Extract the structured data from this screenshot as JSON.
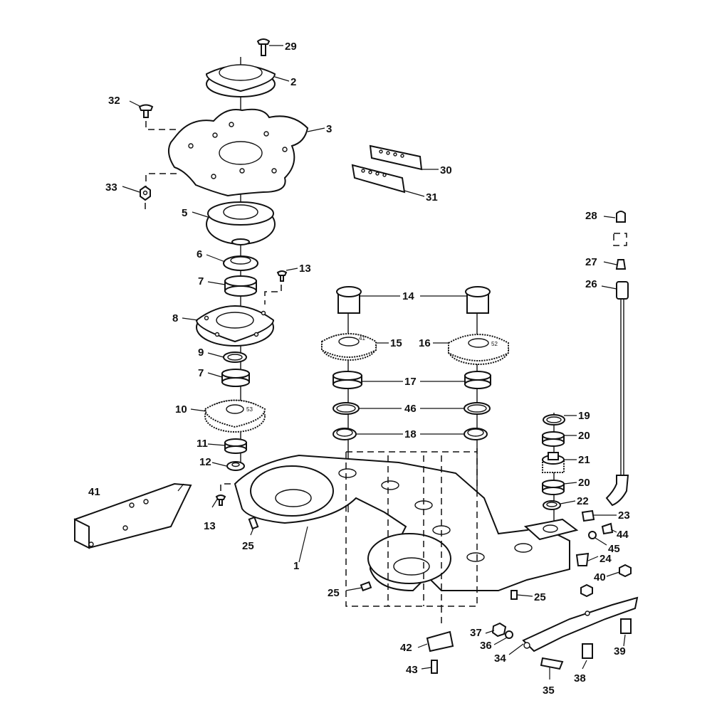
{
  "callouts": {
    "p1": "1",
    "p2": "2",
    "p3": "3",
    "p5": "5",
    "p6": "6",
    "p7a": "7",
    "p7b": "7",
    "p8": "8",
    "p9": "9",
    "p10": "10",
    "p11": "11",
    "p12": "12",
    "p13a": "13",
    "p13b": "13",
    "p14": "14",
    "p15": "15",
    "p16": "16",
    "p17": "17",
    "p18": "18",
    "p19": "19",
    "p20a": "20",
    "p20b": "20",
    "p21": "21",
    "p22": "22",
    "p23": "23",
    "p24": "24",
    "p25a": "25",
    "p25b": "25",
    "p25c": "25",
    "p26": "26",
    "p27": "27",
    "p28": "28",
    "p29": "29",
    "p30": "30",
    "p31": "31",
    "p32": "32",
    "p33": "33",
    "p34": "34",
    "p35": "35",
    "p36": "36",
    "p37": "37",
    "p38": "38",
    "p39": "39",
    "p40": "40",
    "p41": "41",
    "p42": "42",
    "p43": "43",
    "p44": "44",
    "p45": "45",
    "p46": "46"
  },
  "gear_markings": {
    "g10": "53",
    "g15": "41",
    "g16": "52"
  }
}
